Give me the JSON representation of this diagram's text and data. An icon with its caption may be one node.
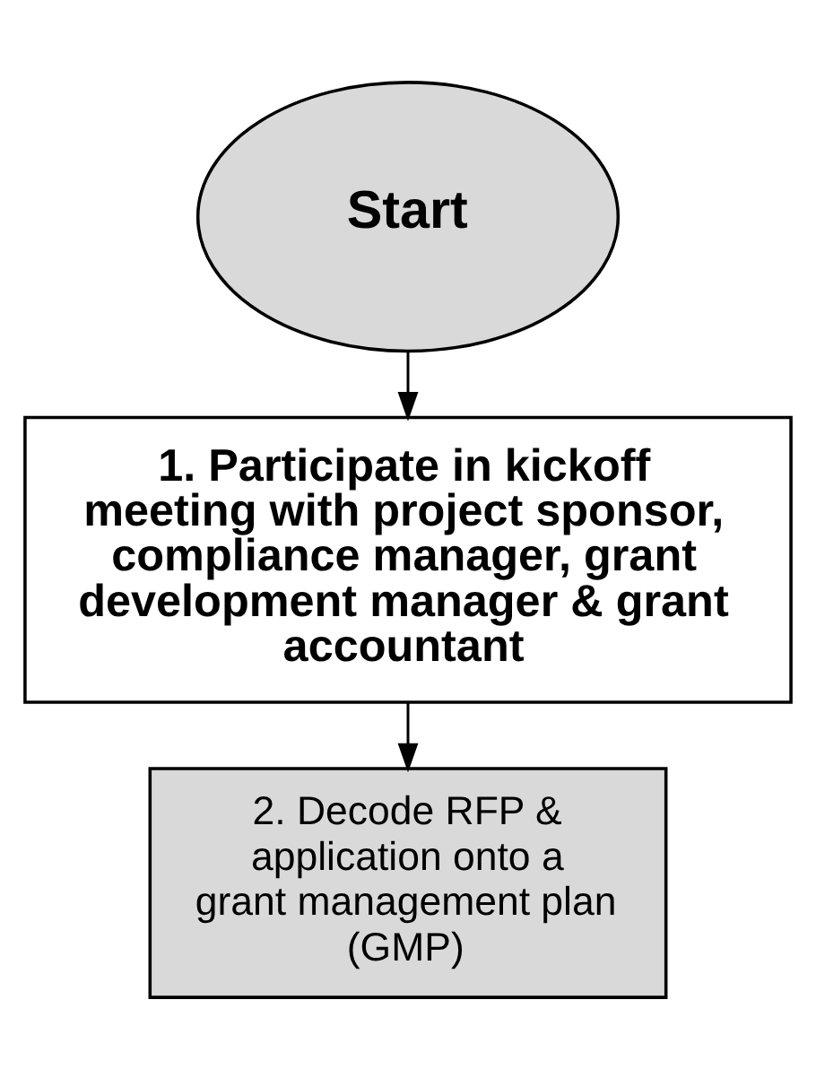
{
  "diagram": {
    "nodes": [
      {
        "text": [
          "Start"
        ]
      },
      {
        "text": [
          "1. Participate in kickoff meeting with project sponsor, compliance manager, grant development manager & grant accountant"
        ]
      },
      {
        "text": [
          "2. Decode RFP & application onto a grant management plan (GMP)"
        ]
      }
    ],
    "edges": [
      {
        "from": 0,
        "to": 1,
        "arrow": "to"
      },
      {
        "from": 1,
        "to": 2,
        "arrow": "to"
      }
    ]
  }
}
